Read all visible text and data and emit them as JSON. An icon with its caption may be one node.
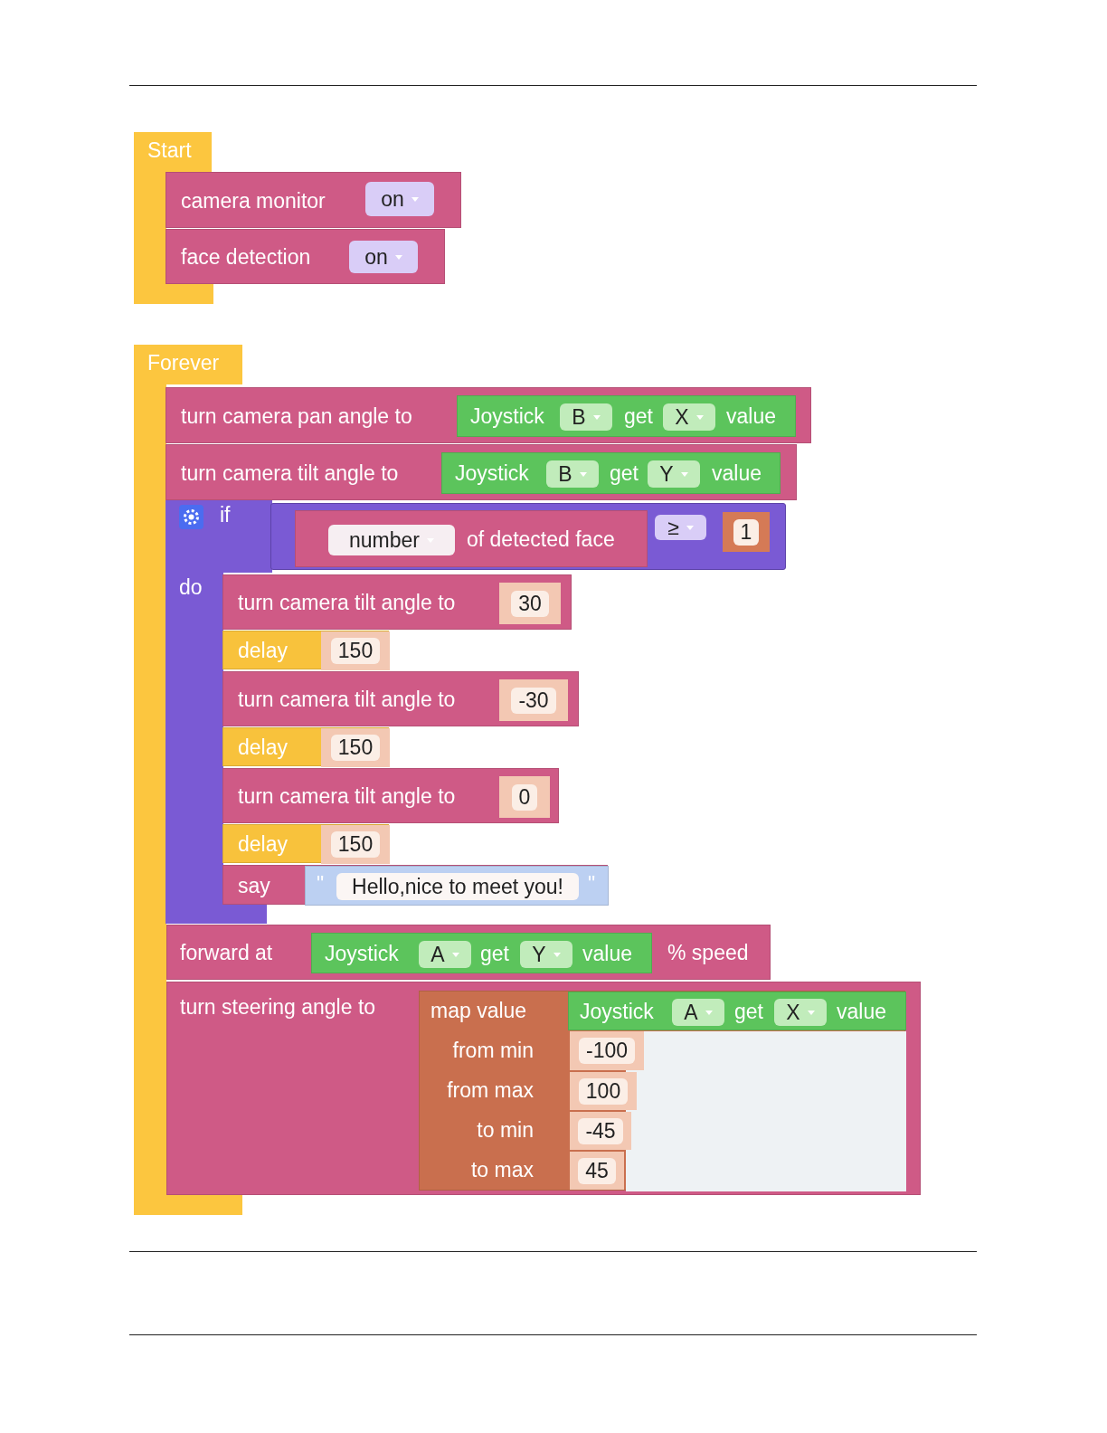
{
  "diagram": {
    "nodes": [
      {
        "text": [
          "Start"
        ]
      },
      {
        "text": [
          "camera monitor"
        ],
        "in": 0
      },
      {
        "text": [
          "on"
        ],
        "in": 1
      },
      {
        "text": [
          "face detection"
        ],
        "in": 0
      },
      {
        "text": [
          "on"
        ],
        "in": 3
      },
      {
        "text": [
          "Forever"
        ]
      },
      {
        "text": [
          "turn camera pan angle to"
        ],
        "in": 5
      },
      {
        "text": [
          "Joystick",
          "get",
          "value"
        ],
        "in": 6
      },
      {
        "text": [
          "B"
        ],
        "in": 7
      },
      {
        "text": [
          "X"
        ],
        "in": 7
      },
      {
        "text": [
          "turn camera tilt angle to"
        ],
        "in": 5
      },
      {
        "text": [
          "Joystick",
          "get",
          "value"
        ],
        "in": 10
      },
      {
        "text": [
          "B"
        ],
        "in": 11
      },
      {
        "text": [
          "Y"
        ],
        "in": 11
      },
      {
        "text": [
          "if",
          "do"
        ],
        "in": 5
      },
      {
        "text": [],
        "shape": "box",
        "in": 14
      },
      {
        "text": [
          "of detected face"
        ],
        "in": 15
      },
      {
        "text": [
          "number"
        ],
        "in": 16
      },
      {
        "text": [
          "≥"
        ],
        "in": 15
      },
      {
        "text": [
          "1"
        ],
        "in": 15
      },
      {
        "text": [
          "turn camera tilt angle to"
        ],
        "in": 14
      },
      {
        "text": [
          "30"
        ],
        "in": 20
      },
      {
        "text": [
          "delay"
        ],
        "in": 14
      },
      {
        "text": [
          "150"
        ],
        "in": 22
      },
      {
        "text": [
          "turn camera tilt angle to"
        ],
        "in": 14
      },
      {
        "text": [
          "-30"
        ],
        "in": 24
      },
      {
        "text": [
          "delay"
        ],
        "in": 14
      },
      {
        "text": [
          "150"
        ],
        "in": 26
      },
      {
        "text": [
          "turn camera tilt angle to"
        ],
        "in": 14
      },
      {
        "text": [
          "0"
        ],
        "in": 28
      },
      {
        "text": [
          "delay"
        ],
        "in": 14
      },
      {
        "text": [
          "150"
        ],
        "in": 30
      },
      {
        "text": [
          "say"
        ],
        "in": 14
      },
      {
        "text": [
          "\"",
          "\""
        ],
        "in": 32
      },
      {
        "text": [
          "Hello,nice to meet you!"
        ],
        "in": 33
      },
      {
        "text": [
          "forward at",
          "% speed"
        ],
        "in": 5
      },
      {
        "text": [
          "Joystick",
          "get",
          "value"
        ],
        "in": 35
      },
      {
        "text": [
          "A"
        ],
        "in": 36
      },
      {
        "text": [
          "Y"
        ],
        "in": 36
      },
      {
        "text": [
          "turn steering angle to"
        ],
        "in": 5
      },
      {
        "text": [
          "map value",
          "from min",
          "from max",
          "to min",
          "to max"
        ],
        "in": 39
      },
      {
        "text": [
          "Joystick",
          "get",
          "value"
        ],
        "in": 40
      },
      {
        "text": [
          "A"
        ],
        "in": 41
      },
      {
        "text": [
          "X"
        ],
        "in": 41
      },
      {
        "text": [
          "-100"
        ],
        "in": 40
      },
      {
        "text": [
          "100"
        ],
        "in": 40
      },
      {
        "text": [
          "-45"
        ],
        "in": 40
      },
      {
        "text": [
          "45"
        ],
        "in": 40
      }
    ]
  }
}
